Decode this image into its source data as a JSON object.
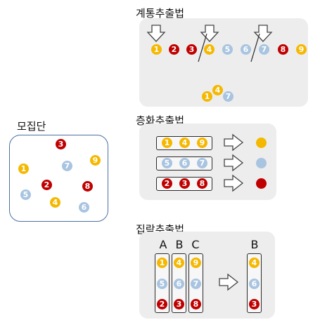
{
  "population": {
    "title": "모집단"
  },
  "systematic": {
    "title": "계통추출법"
  },
  "stratified": {
    "title": "층화추출법"
  },
  "cluster": {
    "title": "집락추출법",
    "labels": [
      "A",
      "B",
      "C"
    ],
    "selected_label": "B"
  },
  "numbers": [
    "1",
    "2",
    "3",
    "4",
    "5",
    "6",
    "7",
    "8",
    "9"
  ],
  "colors": {
    "yellow": "#f5b800",
    "blue": "#a8c4e0",
    "red": "#c00000",
    "panel": "#ededed",
    "border": "#4a6fa5"
  }
}
